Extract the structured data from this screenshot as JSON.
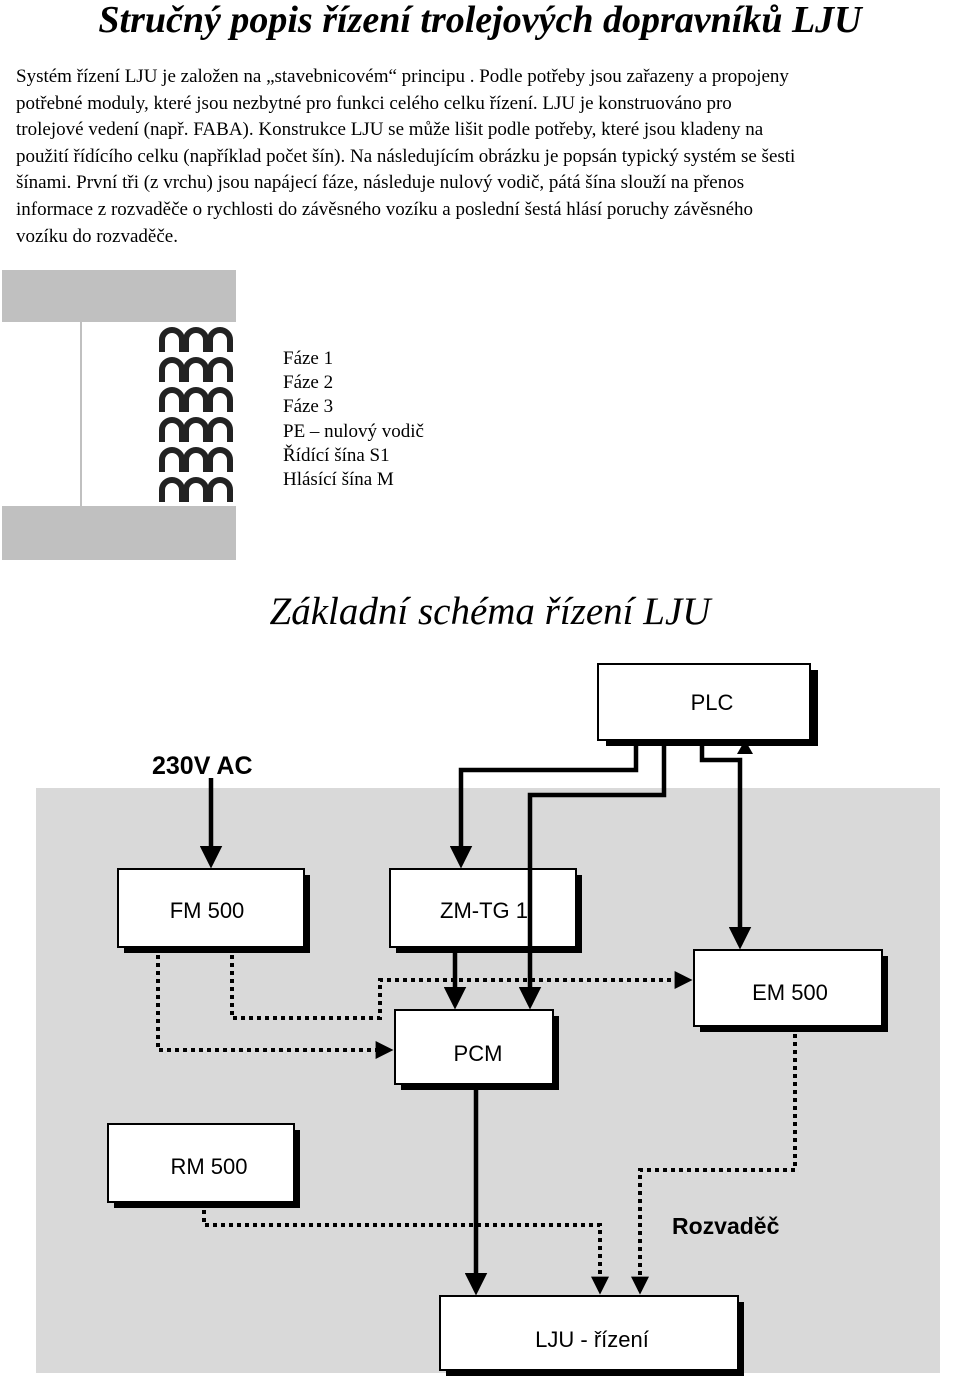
{
  "document": {
    "title": "Stručný popis řízení trolejových dopravníků LJU",
    "intro_lines": [
      "Systém řízení LJU je založen na „stavebnicovém“ principu . Podle potřeby jsou zařazeny a propojeny",
      "potřebné moduly, které jsou nezbytné pro funkci  celého celku řízení. LJU je konstruováno pro",
      "trolejové vedení  (např. FABA). Konstrukce LJU se může lišit podle potřeby, které jsou kladeny na",
      "použití řídícího celku (například počet šín). Na následujícím obrázku je popsán typický systém se šesti",
      "šínami. První tři (z vrchu) jsou napájecí fáze, následuje nulový vodič, pátá šína slouží na přenos",
      "informace z rozvaděče o rychlosti do závěsného vozíku a poslední šestá  hlásí poruchy závěsného",
      "vozíku do rozvaděče."
    ]
  },
  "rail_legend": [
    "Fáze 1",
    "Fáze 2",
    "Fáze 3",
    "PE – nulový vodič",
    "Řídící šína S1",
    "Hlásící šína M"
  ],
  "schema": {
    "title": "Základní schéma řízení LJU",
    "supply_label": "230V AC",
    "modules": {
      "plc": "PLC",
      "fm500": "FM 500",
      "zmtg1": "ZM-TG 1",
      "em500": "EM 500",
      "pcm": "PCM",
      "rm500": "RM 500",
      "lju": "LJU - řízení"
    },
    "cabinet_label": "Rozvaděč"
  },
  "colors": {
    "cabinet_fill": "#d9d9d9",
    "rail_fill": "#c0c0c0",
    "box_fill": "#ffffff",
    "line": "#000000"
  }
}
